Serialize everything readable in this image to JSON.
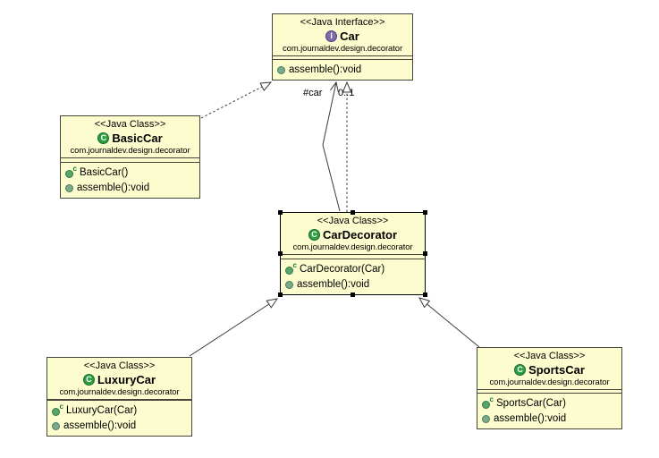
{
  "diagram": {
    "background_color": "#ffffff",
    "node_fill_color": "#fcfccf",
    "node_border_color": "#45453a",
    "selection_handle_color": "#000000",
    "edge_color": "#3c3c3c"
  },
  "icons": {
    "interface_letter": "I",
    "class_letter": "C",
    "constructor_sup": "c",
    "interface_icon_color": "#7e6ca8",
    "class_icon_color": "#2e9e43",
    "method_icon_color": "#79ab8a"
  },
  "classes": {
    "car": {
      "stereotype": "<<Java Interface>>",
      "name": "Car",
      "package": "com.journaldev.design.decorator",
      "kind": "interface",
      "methods": [
        {
          "icon": "method-icon",
          "label": "assemble():void"
        }
      ]
    },
    "basic_car": {
      "stereotype": "<<Java Class>>",
      "name": "BasicCar",
      "package": "com.journaldev.design.decorator",
      "kind": "class",
      "methods": [
        {
          "icon": "constructor-icon",
          "label": "BasicCar()"
        },
        {
          "icon": "method-icon",
          "label": "assemble():void"
        }
      ]
    },
    "car_decorator": {
      "stereotype": "<<Java Class>>",
      "name": "CarDecorator",
      "package": "com.journaldev.design.decorator",
      "kind": "class",
      "selected": true,
      "methods": [
        {
          "icon": "constructor-icon",
          "label": "CarDecorator(Car)"
        },
        {
          "icon": "method-icon",
          "label": "assemble():void"
        }
      ]
    },
    "luxury_car": {
      "stereotype": "<<Java Class>>",
      "name": "LuxuryCar",
      "package": "com.journaldev.design.decorator",
      "kind": "class",
      "methods": [
        {
          "icon": "constructor-icon",
          "label": "LuxuryCar(Car)"
        },
        {
          "icon": "method-icon",
          "label": "assemble():void"
        }
      ]
    },
    "sports_car": {
      "stereotype": "<<Java Class>>",
      "name": "SportsCar",
      "package": "com.journaldev.design.decorator",
      "kind": "class",
      "methods": [
        {
          "icon": "constructor-icon",
          "label": "SportsCar(Car)"
        },
        {
          "icon": "method-icon",
          "label": "assemble():void"
        }
      ]
    }
  },
  "edges": {
    "car_field_association": {
      "type": "association",
      "label": "#car",
      "multiplicity": "0..1"
    },
    "basiccar_implements_car": {
      "type": "realization"
    },
    "cardecorator_implements_car": {
      "type": "realization"
    },
    "luxurycar_extends_cardecorator": {
      "type": "generalization"
    },
    "sportscar_extends_cardecorator": {
      "type": "generalization"
    }
  }
}
